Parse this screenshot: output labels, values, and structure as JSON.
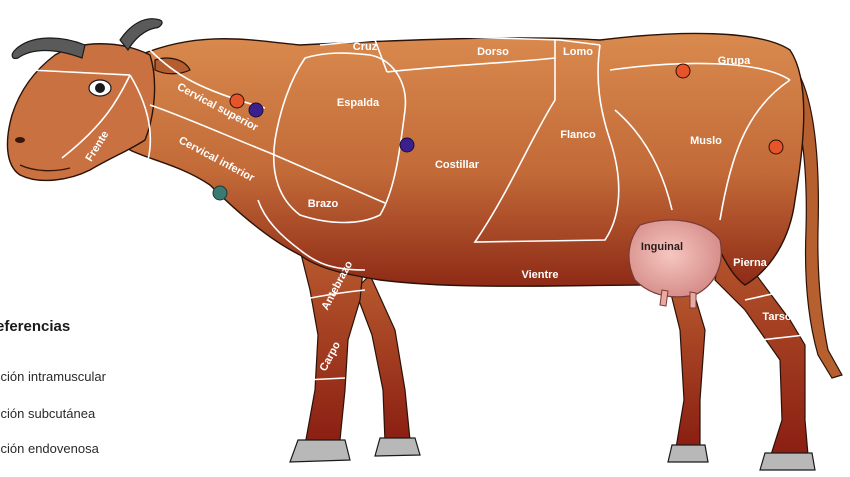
{
  "regions": {
    "frente": "Frente",
    "cruz": "Cruz",
    "dorso": "Dorso",
    "lomo": "Lomo",
    "grupa": "Grupa",
    "cervical_superior": "Cervical superior",
    "cervical_inferior": "Cervical inferior",
    "espalda": "Espalda",
    "costillar": "Costillar",
    "flanco": "Flanco",
    "muslo": "Muslo",
    "brazo": "Brazo",
    "antebrazo": "Antebrazo",
    "carpo": "Carpo",
    "inguinal": "Inguinal",
    "vientre": "Vientre",
    "pierna": "Pierna",
    "tarso": "Tarso"
  },
  "legend": {
    "title": "eferencias",
    "items": [
      {
        "label": "cción intramuscular"
      },
      {
        "label": "cción subcutánea"
      },
      {
        "label": "cción endovenosa"
      }
    ]
  },
  "colors": {
    "intramuscular": "#e8542a",
    "subcutanea": "#3b1f8e",
    "endovenosa": "#3a7a72",
    "hide_light": "#d98a4e",
    "hide_dark": "#8e2a16"
  }
}
